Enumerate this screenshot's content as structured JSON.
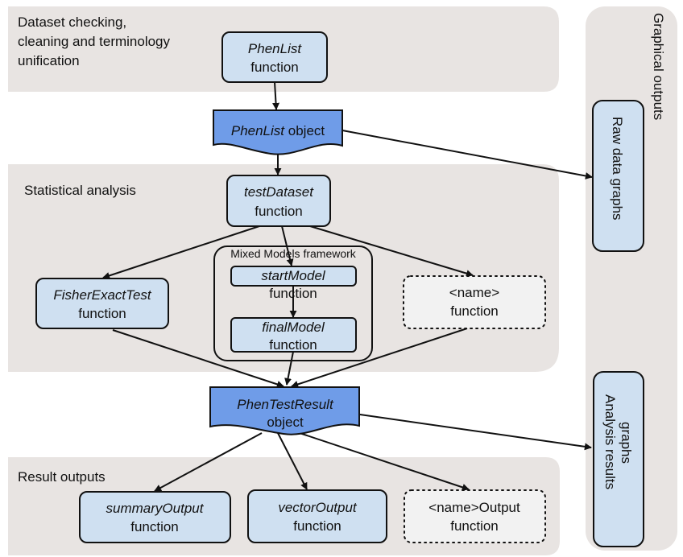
{
  "panels": {
    "checking_title_lines": [
      "Dataset checking,",
      "cleaning and terminology",
      "unification"
    ],
    "statistical_title": "Statistical analysis",
    "results_title": "Result outputs",
    "graphical_title": "Graphical outputs"
  },
  "nodes": {
    "phenlist_fn": {
      "italic": "PhenList",
      "plain": "function"
    },
    "phenlist_obj": {
      "italic": "PhenList",
      "plain": " object"
    },
    "testdataset": {
      "italic": "testDataset",
      "plain": "function"
    },
    "fisher": {
      "italic": "FisherExactTest",
      "plain": "function"
    },
    "mm_label": "Mixed Models framework",
    "startmodel": {
      "italic": "startModel",
      "plain": "function"
    },
    "finalmodel": {
      "italic": "finalModel",
      "plain": "function"
    },
    "name_fn": {
      "line1": "<name>",
      "line2": "function"
    },
    "phentestresult": {
      "italic": "PhenTestResult",
      "plain": "object"
    },
    "summary": {
      "italic": "summaryOutput",
      "plain": "function"
    },
    "vector": {
      "italic": "vectorOutput",
      "plain": "function"
    },
    "name_output": {
      "line1": "<name>Output",
      "line2": "function"
    },
    "raw_graphs": "Raw data graphs",
    "analysis_graphs_lines": [
      "Analysis results",
      "graphs"
    ]
  },
  "colors": {
    "panel": "#e8e4e2",
    "function_box": "#cfe0f1",
    "object": "#6f9ce8",
    "dotted_box": "#f2f2f2"
  }
}
